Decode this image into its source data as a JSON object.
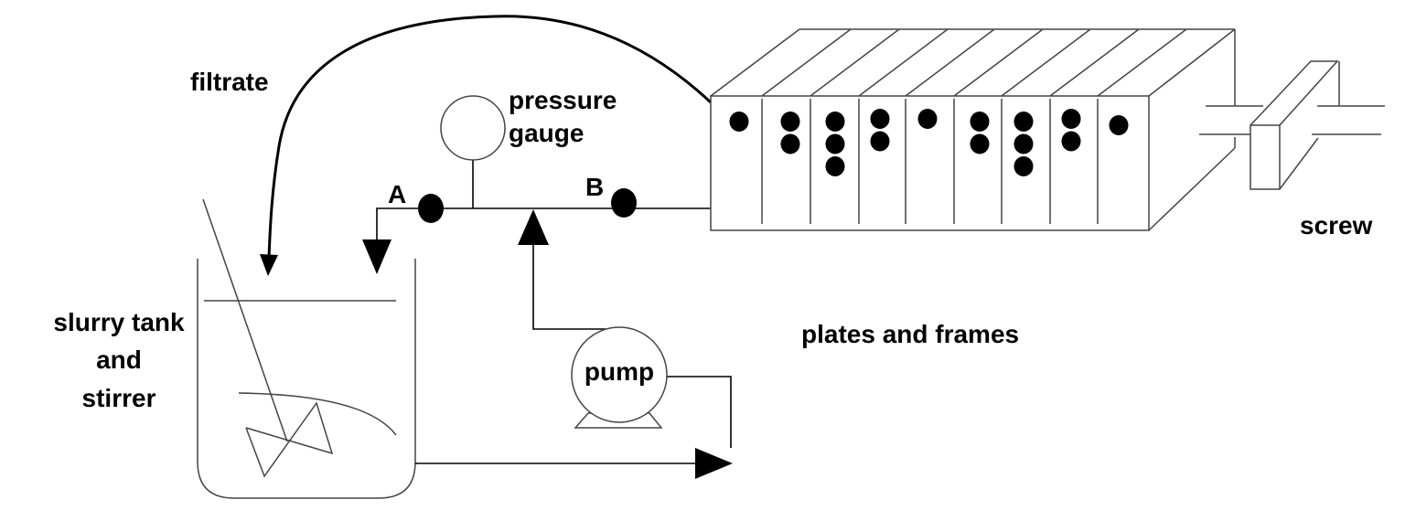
{
  "labels": {
    "filtrate": "filtrate",
    "pressure_gauge_line1": "pressure",
    "pressure_gauge_line2": "gauge",
    "valve_a": "A",
    "valve_b": "B",
    "screw": "screw",
    "plates_and_frames": "plates and frames",
    "slurry_tank_line1": "slurry tank",
    "slurry_tank_line2": "and",
    "slurry_tank_line3": "stirrer",
    "pump": "pump"
  },
  "plates": {
    "dots_per_frame": [
      1,
      2,
      3,
      2,
      1,
      2,
      3,
      2,
      1
    ]
  },
  "colors": {
    "line": "#000000",
    "background": "#ffffff"
  }
}
